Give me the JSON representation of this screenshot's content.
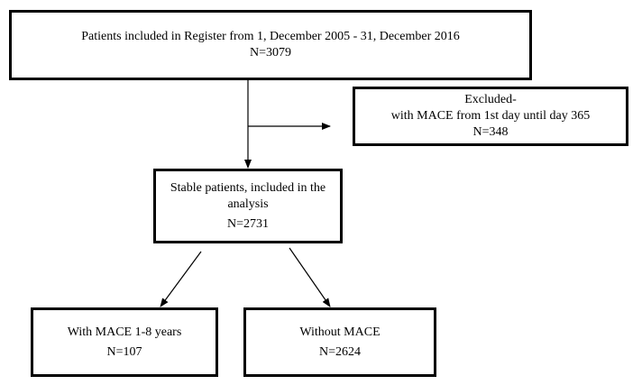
{
  "boxes": {
    "register": {
      "label": "Patients  included  in Register  from  1, December  2005 - 31, December 2016",
      "count": "N=3079"
    },
    "excluded": {
      "label_line1": "Excluded-",
      "label_line2": "with  MACE from  1st day  until  day 365",
      "count": "N=348"
    },
    "stable": {
      "label_line1": "Stable patients, included  in the",
      "label_line2": "analysis",
      "count": "N=2731"
    },
    "with_mace": {
      "label": "With  MACE 1-8 years",
      "count": "N=107"
    },
    "without_mace": {
      "label": "Without  MACE",
      "count": "N=2624"
    }
  },
  "colors": {
    "stroke": "#000000",
    "background": "#ffffff"
  }
}
